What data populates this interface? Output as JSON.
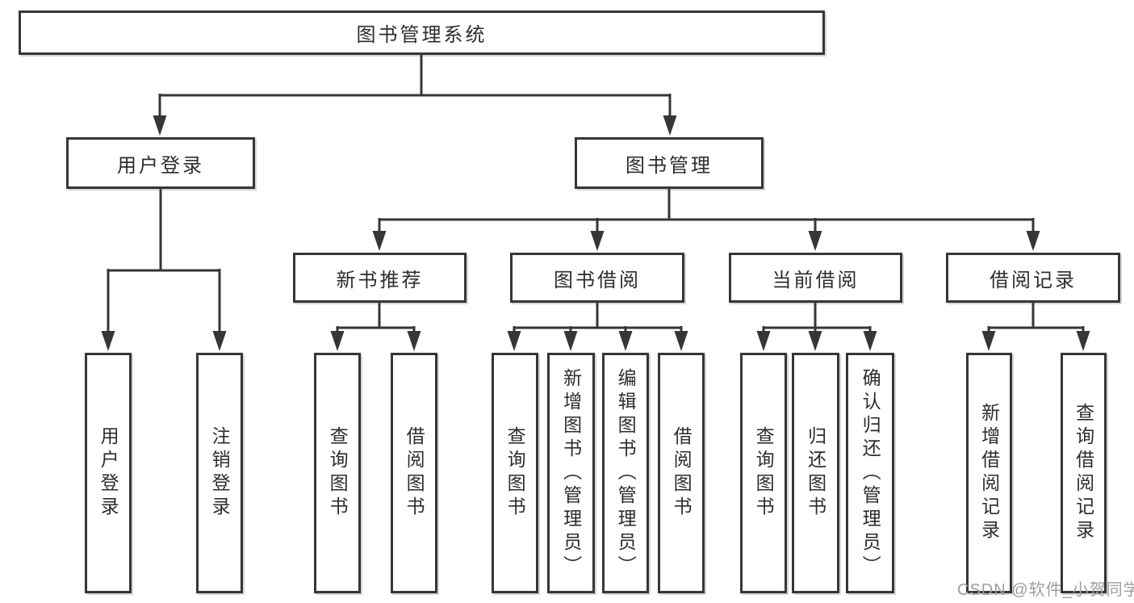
{
  "colors": {
    "background": "#ffffff",
    "line": "#363636",
    "box_border": "#363636",
    "text": "#2d2d2d",
    "watermark": "#9e9e9e"
  },
  "tree": {
    "root": {
      "label": "图书管理系统"
    },
    "branches": [
      {
        "label": "用户登录",
        "children": [
          {
            "label": "用户登录"
          },
          {
            "label": "注销登录"
          }
        ]
      },
      {
        "label": "图书管理",
        "groups": [
          {
            "label": "新书推荐",
            "children": [
              {
                "label": "查询图书"
              },
              {
                "label": "借阅图书"
              }
            ]
          },
          {
            "label": "图书借阅",
            "children": [
              {
                "label": "查询图书"
              },
              {
                "label": "新增图书（管理员）"
              },
              {
                "label": "编辑图书（管理员）"
              },
              {
                "label": "借阅图书"
              }
            ]
          },
          {
            "label": "当前借阅",
            "children": [
              {
                "label": "查询图书"
              },
              {
                "label": "归还图书"
              },
              {
                "label": "确认归还（管理员）"
              }
            ]
          },
          {
            "label": "借阅记录",
            "children": [
              {
                "label": "新增借阅记录"
              },
              {
                "label": "查询借阅记录"
              }
            ]
          }
        ]
      }
    ]
  },
  "watermark": {
    "text": "CSDN @软件_小贺同学"
  }
}
